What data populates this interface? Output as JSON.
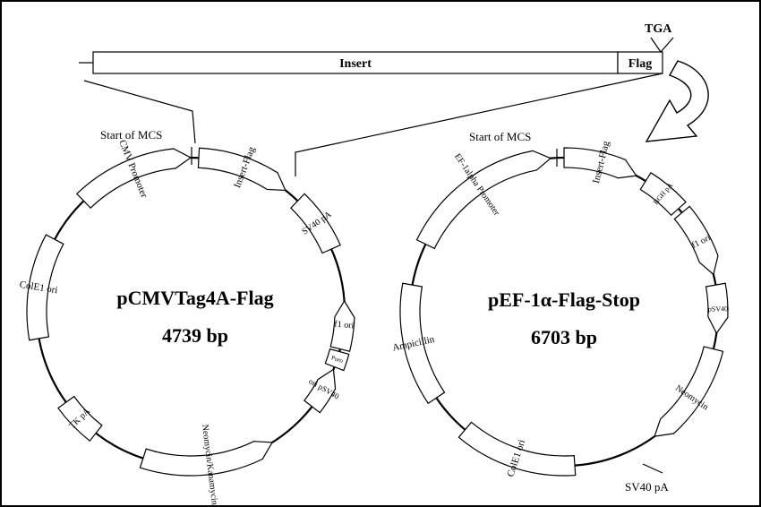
{
  "colors": {
    "ink": "#000000",
    "background": "#ffffff"
  },
  "insert_construct": {
    "insert_label": "Insert",
    "flag_label": "Flag",
    "stop_codon_label": "TGA"
  },
  "plasmid_left": {
    "name": "pCMVTag4A-Flag",
    "size": "4739 bp",
    "mcs_label": "Start of MCS",
    "features": [
      {
        "label": "CMV Promoter"
      },
      {
        "label": "Insert-Flag"
      },
      {
        "label": "SV40 pA"
      },
      {
        "label": "f1 ori"
      },
      {
        "label": "Puro"
      },
      {
        "label": "ori pSV40"
      },
      {
        "label": "Neomycin/Kanamycin"
      },
      {
        "label": "TK pA"
      },
      {
        "label": "ColE1 ori"
      }
    ]
  },
  "plasmid_right": {
    "name": "pEF-1α-Flag-Stop",
    "size": "6703 bp",
    "mcs_label": "Start of MCS",
    "sv40_label": "SV40 pA",
    "features": [
      {
        "label": "EF-1alpha Promoter"
      },
      {
        "label": "Insert-Flag"
      },
      {
        "label": "BGH pA"
      },
      {
        "label": "f1 ori"
      },
      {
        "label": "pSV40"
      },
      {
        "label": "Neomycin"
      },
      {
        "label": "ColE1 ori"
      },
      {
        "label": "Ampicillin"
      }
    ]
  }
}
